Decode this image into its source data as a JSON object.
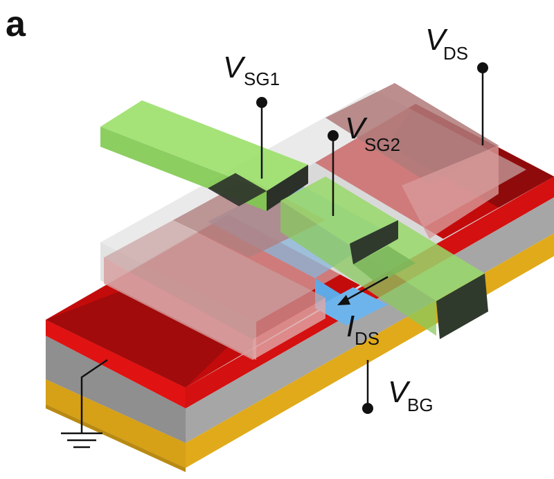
{
  "panel_label": "a",
  "labels": {
    "vds": {
      "main": "V",
      "sub": "DS"
    },
    "vsg1": {
      "main": "V",
      "sub": "SG1"
    },
    "vsg2": {
      "main": "V",
      "sub": "SG2"
    },
    "ids": {
      "main": "I",
      "sub": "DS"
    },
    "vbg": {
      "main": "V",
      "sub": "BG"
    }
  },
  "colors": {
    "contact_red": "#c80b0b",
    "contact_dark_red": "#8e0c0c",
    "split_gate_green": "#8fd760",
    "gate_dark_edge": "#2f3a2d",
    "substrate_gray": "#9a9a9a",
    "back_gate_gold": "#dba314",
    "channel_blue": "#5ea9e6"
  }
}
